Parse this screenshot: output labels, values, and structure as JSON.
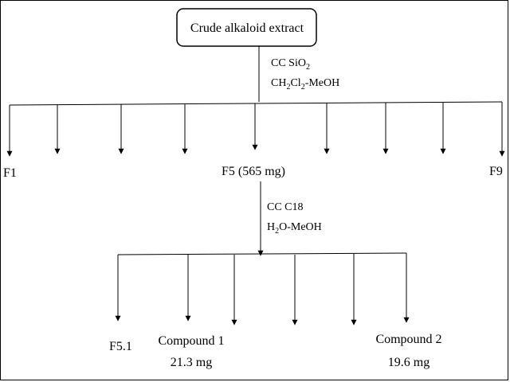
{
  "root": {
    "label": "Crude alkaloid extract"
  },
  "step1": {
    "cc_prefix": "CC SiO",
    "cc_sub": "2",
    "solvent_a": "CH",
    "solvent_a_sub": "2",
    "solvent_b": "Cl",
    "solvent_b_sub": "2",
    "solvent_rest": "-MeOH"
  },
  "fractions": {
    "f1": "F1",
    "f5": "F5 (565 mg)",
    "f9": "F9"
  },
  "step2": {
    "cc": "CC C18",
    "solvent_a": "H",
    "solvent_a_sub": "2",
    "solvent_rest": "O-MeOH"
  },
  "subfractions": {
    "f51": "F5.1",
    "compound1_name": "Compound 1",
    "compound1_mass": "21.3 mg",
    "compound2_name": "Compound 2",
    "compound2_mass": "19.6 mg"
  }
}
